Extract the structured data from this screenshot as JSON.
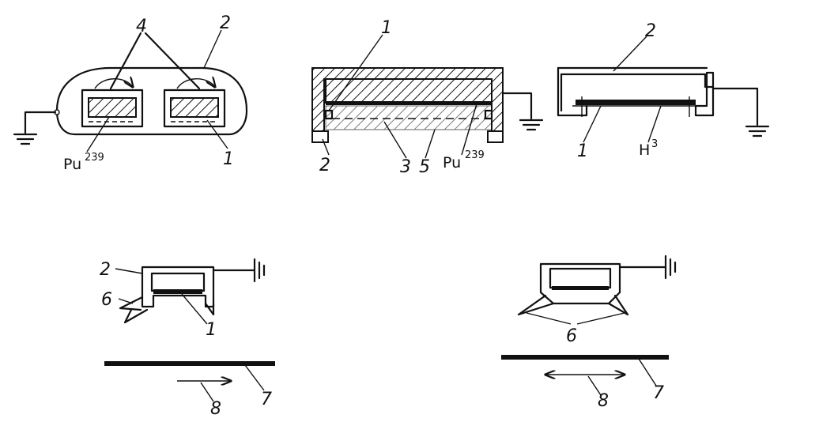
{
  "figure_1": {
    "label_4": "4",
    "label_2": "2",
    "label_1": "1",
    "isotope_symbol": "Pu",
    "isotope_mass": "239"
  },
  "figure_2": {
    "label_1": "1",
    "label_2": "2",
    "label_3": "3",
    "label_5": "5",
    "isotope_symbol": "Pu",
    "isotope_mass": "239"
  },
  "figure_3": {
    "label_2": "2",
    "label_1": "1",
    "isotope_symbol": "H",
    "isotope_mass": "3"
  },
  "figure_4": {
    "label_2": "2",
    "label_6": "6",
    "label_1": "1",
    "label_8": "8",
    "label_7": "7"
  },
  "figure_5": {
    "label_6": "6",
    "label_8": "8",
    "label_7": "7"
  },
  "icons": [
    "ground-symbol",
    "direction-arrow",
    "double-arrow",
    "rotation-arrow"
  ]
}
